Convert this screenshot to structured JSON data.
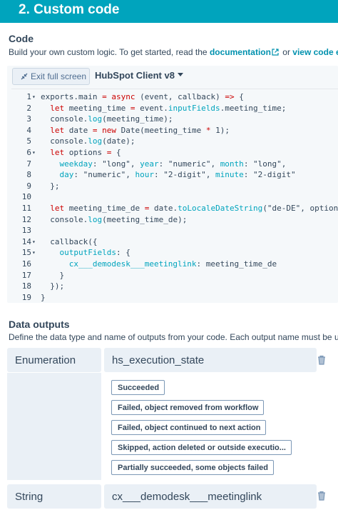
{
  "header": {
    "title": "2. Custom code"
  },
  "code_section": {
    "title": "Code",
    "desc_prefix": "Build your own custom logic. To get started, read the ",
    "doc_link": "documentation",
    "or_text": " or ",
    "view_link": "view code exa"
  },
  "editor": {
    "exit_label": "Exit full screen",
    "client_label": "HubSpot Client v8",
    "lines": [
      {
        "n": "1",
        "fold": "▾",
        "tokens": [
          [
            "exports.main",
            "t-plain"
          ],
          [
            " = ",
            "t-kw"
          ],
          [
            "async",
            "t-kw"
          ],
          [
            " (event, callback) ",
            "t-plain"
          ],
          [
            "=>",
            "t-kw"
          ],
          [
            " {",
            "t-plain"
          ]
        ]
      },
      {
        "n": "2",
        "fold": "",
        "tokens": [
          [
            "  ",
            "t-plain"
          ],
          [
            "let",
            "t-kw"
          ],
          [
            " meeting_time ",
            "t-plain"
          ],
          [
            "=",
            "t-kw"
          ],
          [
            " event.",
            "t-plain"
          ],
          [
            "inputFields",
            "t-prop"
          ],
          [
            ".meeting_time;",
            "t-plain"
          ]
        ]
      },
      {
        "n": "3",
        "fold": "",
        "tokens": [
          [
            "  console.",
            "t-plain"
          ],
          [
            "log",
            "t-prop"
          ],
          [
            "(meeting_time);",
            "t-plain"
          ]
        ]
      },
      {
        "n": "4",
        "fold": "",
        "tokens": [
          [
            "  ",
            "t-plain"
          ],
          [
            "let",
            "t-kw"
          ],
          [
            " date ",
            "t-plain"
          ],
          [
            "=",
            "t-kw"
          ],
          [
            " ",
            "t-plain"
          ],
          [
            "new",
            "t-kw"
          ],
          [
            " Date(meeting_time ",
            "t-plain"
          ],
          [
            "*",
            "t-kw"
          ],
          [
            " 1);",
            "t-plain"
          ]
        ]
      },
      {
        "n": "5",
        "fold": "",
        "tokens": [
          [
            "  console.",
            "t-plain"
          ],
          [
            "log",
            "t-prop"
          ],
          [
            "(date);",
            "t-plain"
          ]
        ]
      },
      {
        "n": "6",
        "fold": "▾",
        "tokens": [
          [
            "  ",
            "t-plain"
          ],
          [
            "let",
            "t-kw"
          ],
          [
            " options ",
            "t-plain"
          ],
          [
            "=",
            "t-kw"
          ],
          [
            " {",
            "t-plain"
          ]
        ]
      },
      {
        "n": "7",
        "fold": "",
        "tokens": [
          [
            "    weekday",
            "t-prop"
          ],
          [
            ": \"long\", ",
            "t-plain"
          ],
          [
            "year",
            "t-prop"
          ],
          [
            ": \"numeric\", ",
            "t-plain"
          ],
          [
            "month",
            "t-prop"
          ],
          [
            ": \"long\",",
            "t-plain"
          ]
        ]
      },
      {
        "n": "8",
        "fold": "",
        "tokens": [
          [
            "    day",
            "t-prop"
          ],
          [
            ": \"numeric\", ",
            "t-plain"
          ],
          [
            "hour",
            "t-prop"
          ],
          [
            ": \"2-digit\", ",
            "t-plain"
          ],
          [
            "minute",
            "t-prop"
          ],
          [
            ": \"2-digit\"",
            "t-plain"
          ]
        ]
      },
      {
        "n": "9",
        "fold": "",
        "tokens": [
          [
            "  };",
            "t-plain"
          ]
        ]
      },
      {
        "n": "10",
        "fold": "",
        "tokens": [
          [
            "",
            "t-plain"
          ]
        ]
      },
      {
        "n": "11",
        "fold": "",
        "tokens": [
          [
            "  ",
            "t-plain"
          ],
          [
            "let",
            "t-kw"
          ],
          [
            " meeting_time_de ",
            "t-plain"
          ],
          [
            "=",
            "t-kw"
          ],
          [
            " date.",
            "t-plain"
          ],
          [
            "toLocaleDateString",
            "t-prop"
          ],
          [
            "(\"de-DE\", options);",
            "t-plain"
          ]
        ]
      },
      {
        "n": "12",
        "fold": "",
        "tokens": [
          [
            "  console.",
            "t-plain"
          ],
          [
            "log",
            "t-prop"
          ],
          [
            "(meeting_time_de);",
            "t-plain"
          ]
        ]
      },
      {
        "n": "13",
        "fold": "",
        "tokens": [
          [
            "",
            "t-plain"
          ]
        ]
      },
      {
        "n": "14",
        "fold": "▾",
        "tokens": [
          [
            "  callback({",
            "t-plain"
          ]
        ]
      },
      {
        "n": "15",
        "fold": "▾",
        "tokens": [
          [
            "    outputFields",
            "t-prop"
          ],
          [
            ": {",
            "t-plain"
          ]
        ]
      },
      {
        "n": "16",
        "fold": "",
        "tokens": [
          [
            "      cx___demodesk___meetinglink",
            "t-prop"
          ],
          [
            ": meeting_time_de",
            "t-plain"
          ]
        ]
      },
      {
        "n": "17",
        "fold": "",
        "tokens": [
          [
            "    }",
            "t-plain"
          ]
        ]
      },
      {
        "n": "18",
        "fold": "",
        "tokens": [
          [
            "  });",
            "t-plain"
          ]
        ]
      },
      {
        "n": "19",
        "fold": "",
        "tokens": [
          [
            "}",
            "t-plain"
          ]
        ]
      }
    ]
  },
  "outputs": {
    "title": "Data outputs",
    "desc": "Define the data type and name of outputs from your code. Each output name must be uni",
    "rows": [
      {
        "type": "Enumeration",
        "name": "hs_execution_state"
      },
      {
        "type": "String",
        "name": "cx___demodesk___meetinglink"
      }
    ],
    "enum_options": [
      "Succeeded",
      "Failed, object removed from workflow",
      "Failed, object continued to next action",
      "Skipped, action deleted or outside executio...",
      "Partially succeeded, some objects failed"
    ]
  },
  "colors": {
    "brand": "#00a4bd",
    "link": "#0091ae",
    "keyword": "#cc0000",
    "property": "#00a4bd"
  }
}
